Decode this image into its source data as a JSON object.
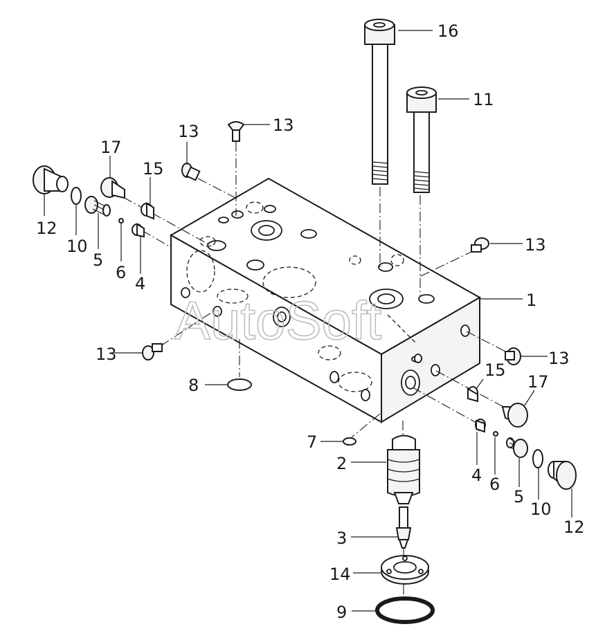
{
  "watermark": "AutoSoft",
  "callouts": {
    "c1": "1",
    "c2": "2",
    "c3": "3",
    "c4a": "4",
    "c4b": "4",
    "c5a": "5",
    "c5b": "5",
    "c6a": "6",
    "c6b": "6",
    "c7": "7",
    "c8": "8",
    "c9": "9",
    "c10a": "10",
    "c10b": "10",
    "c11": "11",
    "c12a": "12",
    "c12b": "12",
    "c13a": "13",
    "c13b": "13",
    "c13c": "13",
    "c13d": "13",
    "c13e": "13",
    "c14": "14",
    "c15a": "15",
    "c15b": "15",
    "c16": "16",
    "c17a": "17",
    "c17b": "17"
  }
}
